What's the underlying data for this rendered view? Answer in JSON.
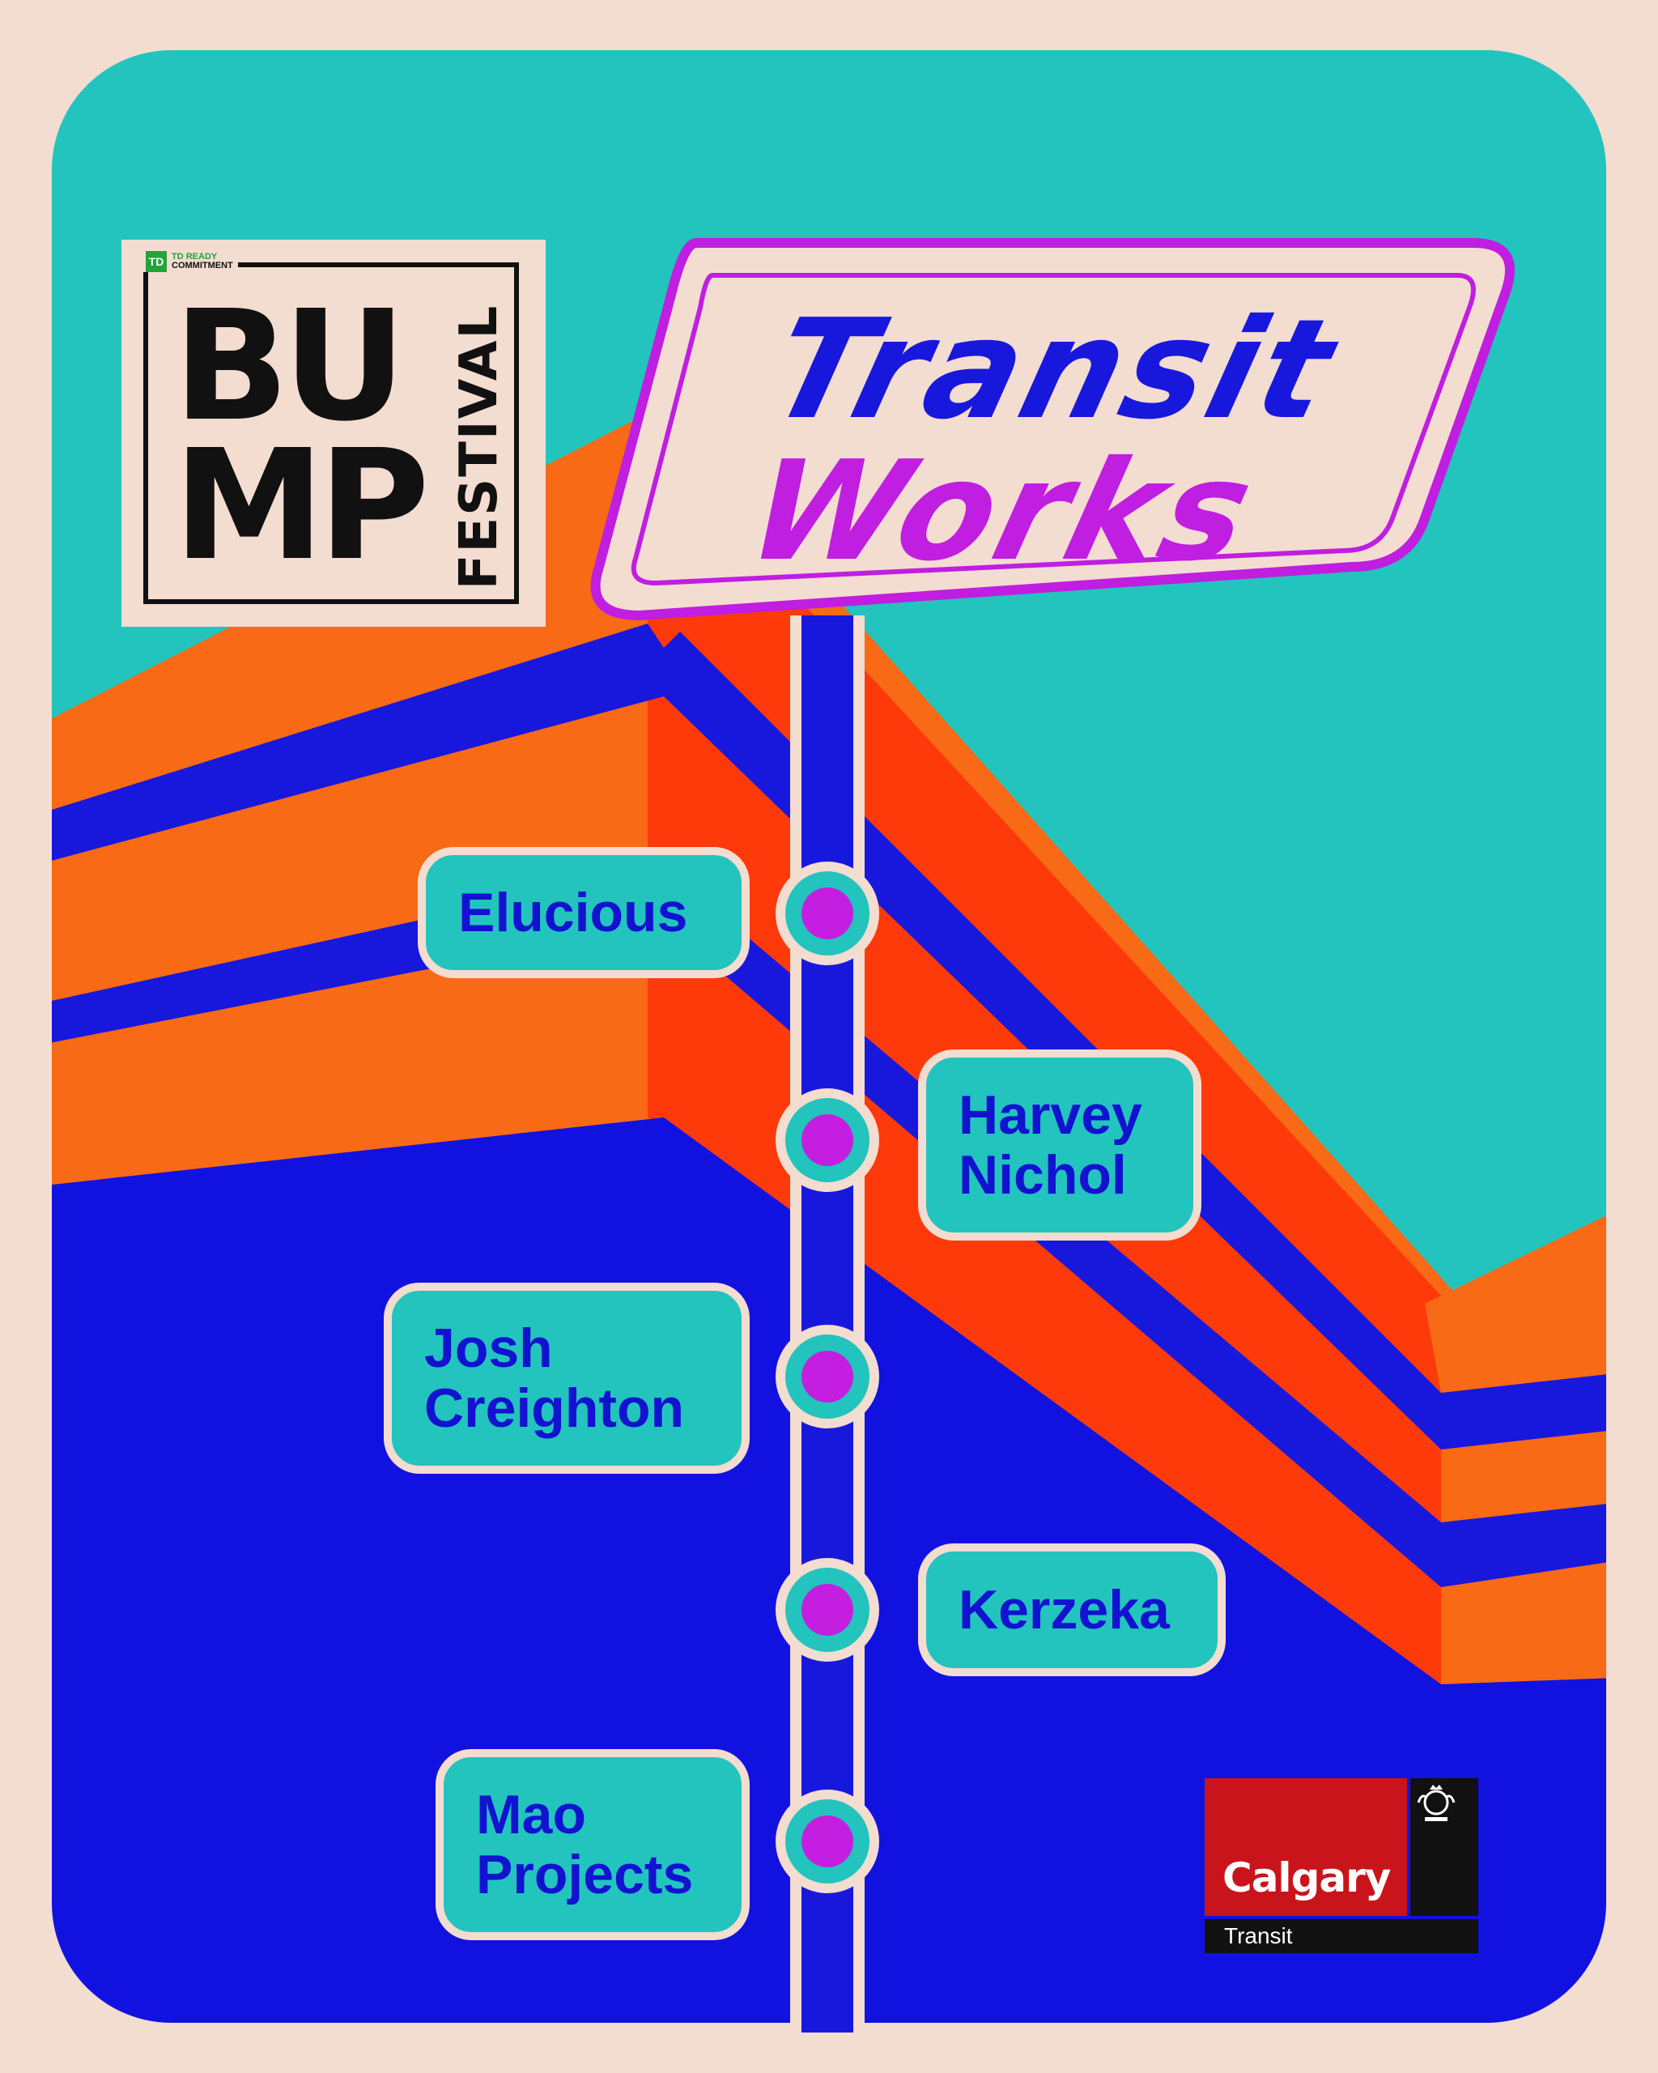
{
  "colors": {
    "border": "#f3dcd0",
    "sky": "#22c4bd",
    "ground": "#1212e0",
    "orange": "#f86a16",
    "red_orange": "#ff3a0a",
    "line_blue": "#1818dc",
    "stop_dot": "#c41fe0",
    "sign_magenta": "#c01ee0"
  },
  "festival_logo": {
    "sponsor": "TD",
    "sponsor_line1": "TD READY",
    "sponsor_line2": "COMMITMENT",
    "line1": "BU",
    "line2": "MP",
    "vertical": "FESTIVAL"
  },
  "sign": {
    "line1": "Transit",
    "line2": "Works"
  },
  "stops": [
    {
      "lines": [
        "Elucious"
      ]
    },
    {
      "lines": [
        "Harvey",
        "Nichol"
      ]
    },
    {
      "lines": [
        "Josh",
        "Creighton"
      ]
    },
    {
      "lines": [
        "Kerzeka"
      ]
    },
    {
      "lines": [
        "Mao",
        "Projects"
      ]
    }
  ],
  "sponsor_logo": {
    "name": "Calgary",
    "sub": "Transit",
    "crest_icon": "city-crest-icon"
  }
}
